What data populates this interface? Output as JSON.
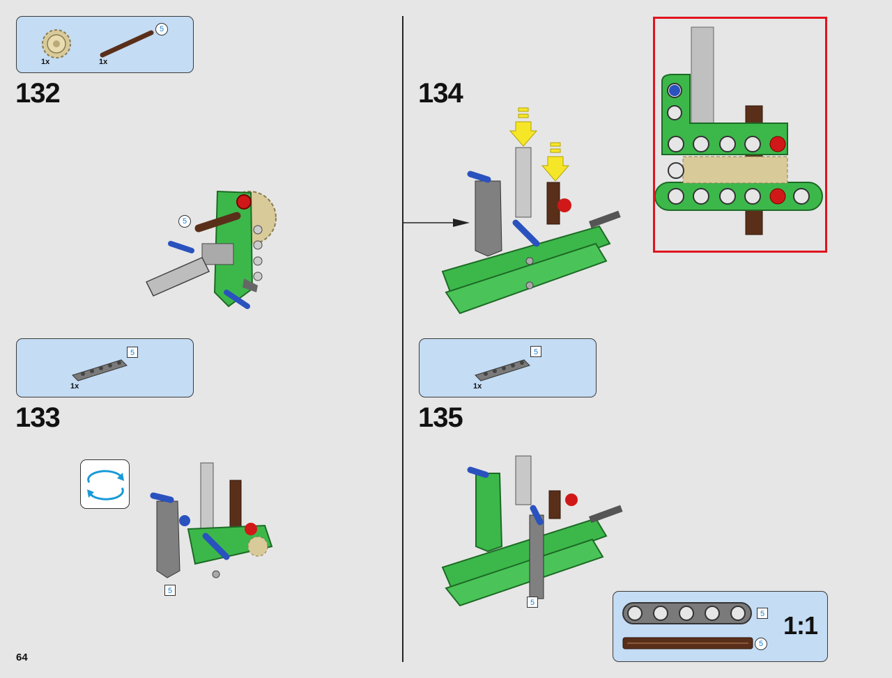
{
  "page_number": "64",
  "steps": [
    {
      "number": "132",
      "parts": [
        {
          "qty": "1x",
          "name": "tan-gear-icon"
        },
        {
          "qty": "1x",
          "name": "brown-axle-icon",
          "length": "5"
        }
      ],
      "callout": "5"
    },
    {
      "number": "133",
      "parts": [
        {
          "qty": "1x",
          "name": "gray-beam-icon",
          "length": "5"
        }
      ],
      "badge": "5"
    },
    {
      "number": "134",
      "parts": []
    },
    {
      "number": "135",
      "parts": [
        {
          "qty": "1x",
          "name": "gray-beam-icon",
          "length": "5"
        }
      ],
      "badge": "5"
    }
  ],
  "scale_box": {
    "ratio": "1:1",
    "beam_length": "5",
    "axle_length": "5"
  },
  "colors": {
    "parts_box": "#c4dcf4",
    "green": "#3cb84a",
    "gray": "#8a8a8a",
    "red_frame": "#e0141e",
    "badge_blue": "#1a7fd0"
  }
}
